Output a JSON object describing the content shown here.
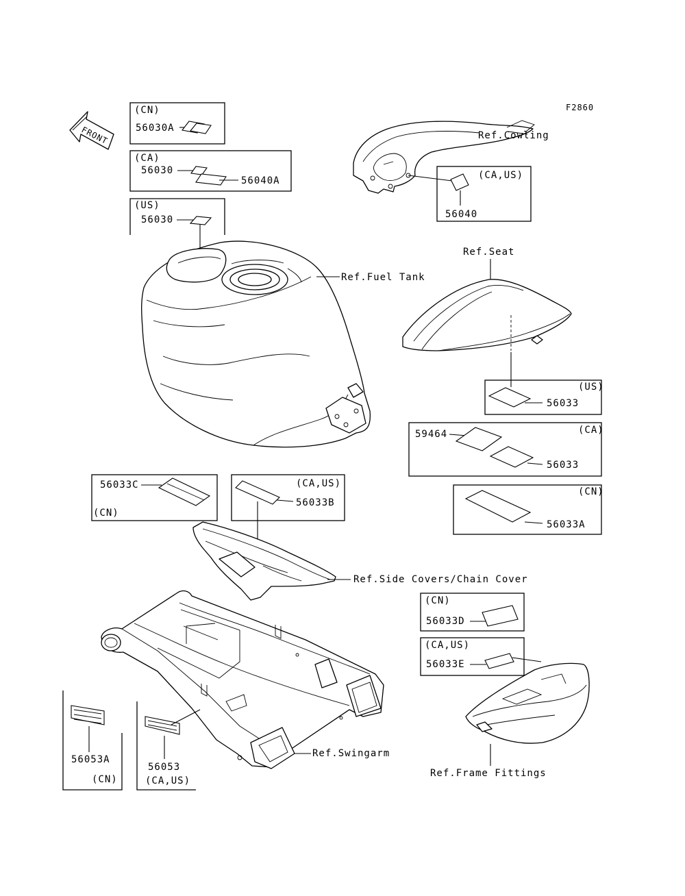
{
  "figure_code": "F2860",
  "front_label": "FRONT",
  "refs": {
    "cowling": "Ref.Cowling",
    "fuel_tank": "Ref.Fuel Tank",
    "seat": "Ref.Seat",
    "side_covers": "Ref.Side Covers/Chain Cover",
    "swingarm": "Ref.Swingarm",
    "frame_fittings": "Ref.Frame Fittings"
  },
  "callouts": {
    "cn_56030a": {
      "region": "(CN)",
      "part": "56030A"
    },
    "ca_56030": {
      "region": "(CA)",
      "part_a": "56030",
      "part_b": "56040A"
    },
    "us_56030": {
      "region": "(US)",
      "part": "56030"
    },
    "cowl_56040": {
      "region": "(CA,US)",
      "part": "56040"
    },
    "seat_us": {
      "region": "(US)",
      "part": "56033"
    },
    "seat_ca": {
      "region": "(CA)",
      "part_a": "59464",
      "part_b": "56033"
    },
    "seat_cn": {
      "region": "(CN)",
      "part": "56033A"
    },
    "cover_cn": {
      "region": "(CN)",
      "part": "56033C"
    },
    "cover_caus": {
      "region": "(CA,US)",
      "part": "56033B"
    },
    "frame_cn": {
      "region": "(CN)",
      "part": "56033D"
    },
    "frame_caus": {
      "region": "(CA,US)",
      "part": "56033E"
    },
    "swing_cn": {
      "region": "(CN)",
      "part": "56053A"
    },
    "swing_caus": {
      "region": "(CA,US)",
      "part": "56053"
    }
  }
}
